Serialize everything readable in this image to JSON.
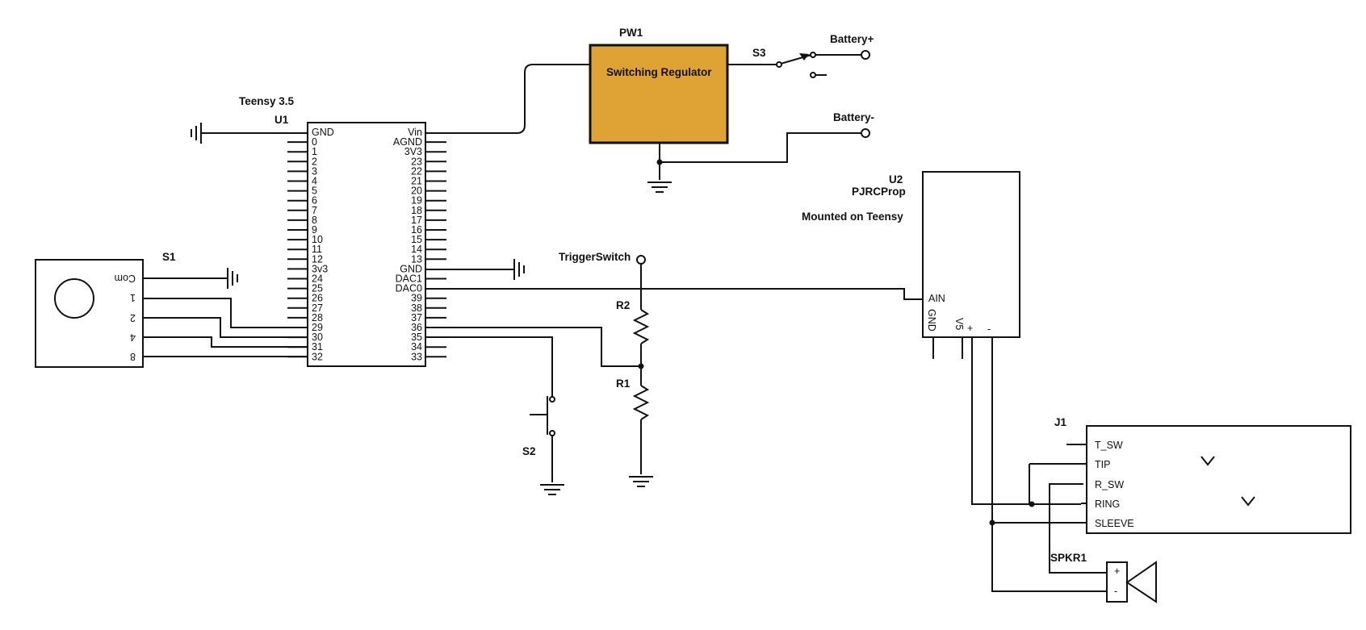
{
  "colors": {
    "regulator_fill": "#DFA234",
    "line": "#111111"
  },
  "components": {
    "u1": {
      "ref": "U1",
      "value": "Teensy 3.5",
      "left_pins": [
        "GND",
        "0",
        "1",
        "2",
        "3",
        "4",
        "5",
        "6",
        "7",
        "8",
        "9",
        "10",
        "11",
        "12",
        "3v3",
        "24",
        "25",
        "26",
        "27",
        "28",
        "29",
        "30",
        "31",
        "32"
      ],
      "right_pins": [
        "Vin",
        "AGND",
        "3V3",
        "23",
        "22",
        "21",
        "20",
        "19",
        "18",
        "17",
        "16",
        "15",
        "14",
        "13",
        "GND",
        "DAC1",
        "DAC0",
        "39",
        "38",
        "37",
        "36",
        "35",
        "34",
        "33"
      ]
    },
    "pw1": {
      "ref": "PW1",
      "value": "Switching Regulator"
    },
    "s3": {
      "ref": "S3"
    },
    "battery": {
      "plus": "Battery+",
      "minus": "Battery-"
    },
    "u2": {
      "ref": "U2",
      "value": "PJRCProp",
      "note": "Mounted on Teensy",
      "pins": {
        "ain": "AIN",
        "gnd": "GND",
        "v5": "V5",
        "plus": "+",
        "minus": "-"
      }
    },
    "s1": {
      "ref": "S1",
      "pins": [
        "Com",
        "1",
        "2",
        "4",
        "8"
      ]
    },
    "trigger": {
      "label": "TriggerSwitch"
    },
    "r2": {
      "ref": "R2"
    },
    "r1": {
      "ref": "R1"
    },
    "s2": {
      "ref": "S2"
    },
    "j1": {
      "ref": "J1",
      "pins": [
        "T_SW",
        "TIP",
        "R_SW",
        "RING",
        "SLEEVE"
      ]
    },
    "spkr1": {
      "ref": "SPKR1",
      "plus": "+",
      "minus": "-"
    }
  }
}
